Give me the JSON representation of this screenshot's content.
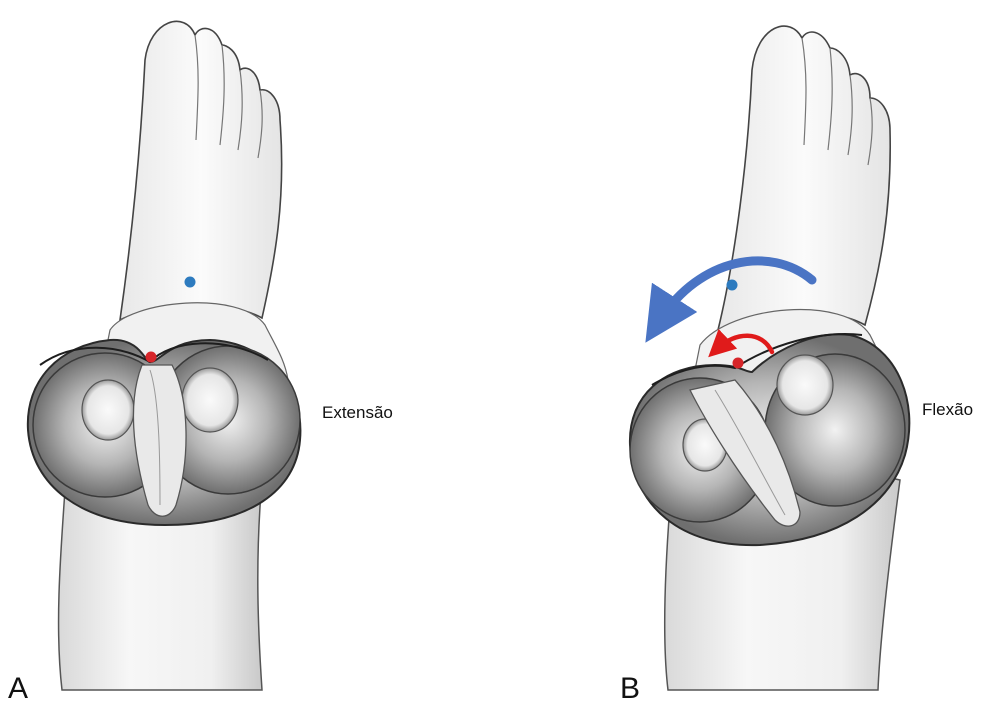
{
  "panels": [
    {
      "letter": "A",
      "caption": "Extensão"
    },
    {
      "letter": "B",
      "caption": "Flexão"
    }
  ],
  "colors": {
    "marker_blue": "#2d7bbf",
    "marker_red": "#d7262a",
    "arrow_blue": "#4a74c4",
    "arrow_red": "#e01b1b",
    "outline": "#2a2a2a",
    "skin": "#f4f4f4",
    "shade": "#9a9a9a"
  }
}
